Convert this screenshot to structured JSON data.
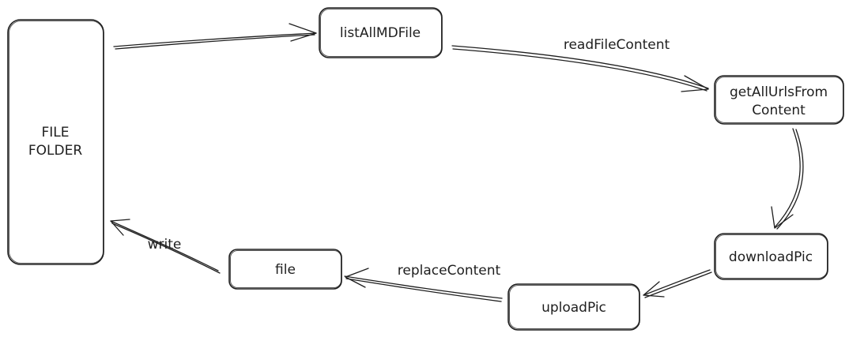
{
  "diagram": {
    "nodes": {
      "file_folder": {
        "lines": [
          "FILE",
          "FOLDER"
        ]
      },
      "list_all_md_file": {
        "label": "listAllMDFile"
      },
      "get_all_urls": {
        "lines": [
          "getAllUrlsFrom",
          "Content"
        ]
      },
      "download_pic": {
        "label": "downloadPic"
      },
      "upload_pic": {
        "label": "uploadPic"
      },
      "file": {
        "label": "file"
      }
    },
    "edges": {
      "read_file_content": {
        "label": "readFileContent"
      },
      "replace_content": {
        "label": "replaceContent"
      },
      "write": {
        "label": "write"
      }
    },
    "colors": {
      "stroke": "#1e1e1e",
      "background": "#ffffff"
    }
  }
}
